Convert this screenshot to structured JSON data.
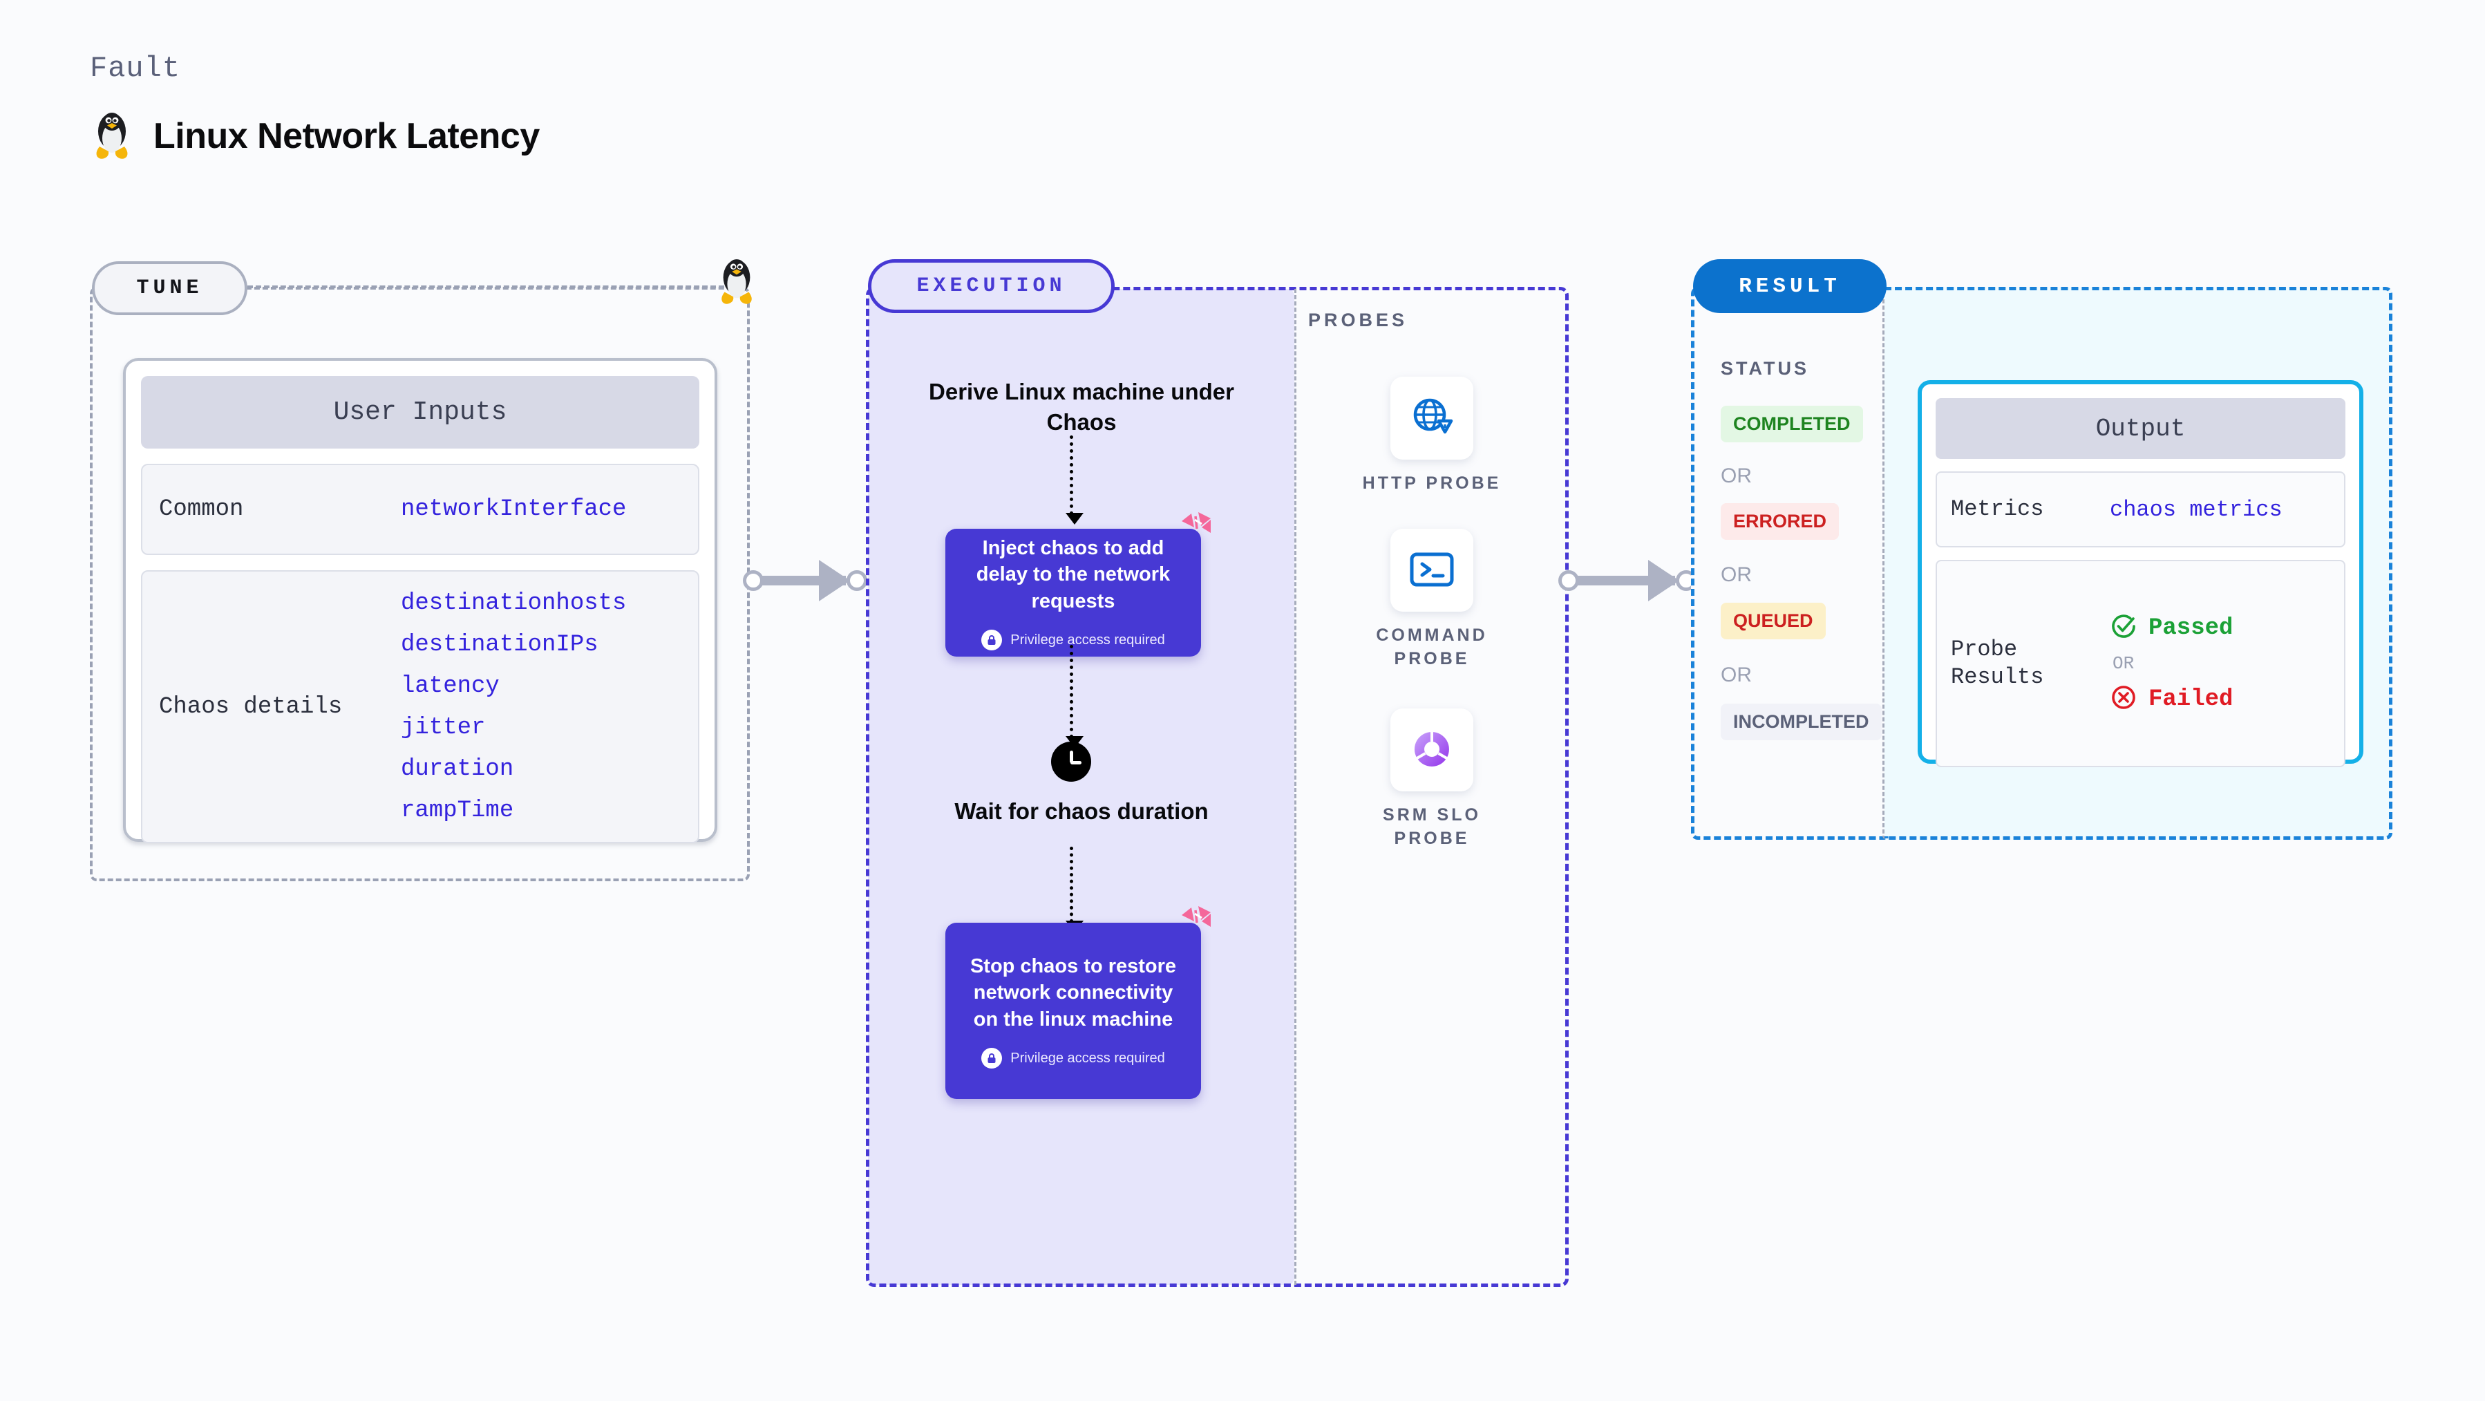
{
  "header": {
    "fault_label": "Fault",
    "title": "Linux Network Latency",
    "icon": "linux-penguin-icon"
  },
  "tune": {
    "pill_label": "TUNE",
    "boundary_icon": "linux-penguin-icon",
    "card": {
      "header": "User Inputs",
      "rows": [
        {
          "key": "Common",
          "values": [
            "networkInterface"
          ]
        },
        {
          "key": "Chaos details",
          "values": [
            "destinationhosts",
            "destinationIPs",
            "latency",
            "jitter",
            "duration",
            "rampTime"
          ]
        }
      ]
    }
  },
  "execution": {
    "pill_label": "EXECUTION",
    "steps": [
      {
        "type": "text",
        "label": "Derive Linux machine under Chaos"
      },
      {
        "type": "chaos-box",
        "label": "Inject chaos to add delay to the network requests",
        "badge": "Privilege access required",
        "badge_icon": "lock-icon",
        "corner_icon": "harness-logo-icon"
      },
      {
        "type": "wait",
        "icon": "clock-icon",
        "label": "Wait for chaos duration"
      },
      {
        "type": "chaos-box",
        "label": "Stop chaos to restore network connectivity on the linux machine",
        "badge": "Privilege access required",
        "badge_icon": "lock-icon",
        "corner_icon": "harness-logo-icon"
      }
    ]
  },
  "probes": {
    "section_label": "PROBES",
    "items": [
      {
        "label": "HTTP PROBE",
        "icon": "globe-warning-icon"
      },
      {
        "label": "COMMAND PROBE",
        "icon": "terminal-icon"
      },
      {
        "label": "SRM SLO PROBE",
        "icon": "srm-slo-donut-check-icon"
      }
    ]
  },
  "result": {
    "pill_label": "RESULT",
    "status_label": "STATUS",
    "or_label": "OR",
    "statuses": [
      {
        "label": "COMPLETED",
        "bg": "#e3f7e4",
        "fg": "#1e8420"
      },
      {
        "label": "ERRORED",
        "bg": "#fdeaea",
        "fg": "#cc2020"
      },
      {
        "label": "QUEUED",
        "bg": "#fcf0c8",
        "fg": "#cc2020"
      },
      {
        "label": "INCOMPLETED",
        "bg": "#f1f2f8",
        "fg": "#5b6178"
      }
    ],
    "output": {
      "header": "Output",
      "metrics_key": "Metrics",
      "metrics_value": "chaos metrics",
      "probe_key": "Probe Results",
      "passed_label": "Passed",
      "passed_icon": "check-circle-icon",
      "failed_label": "Failed",
      "failed_icon": "x-circle-icon",
      "or_label": "OR"
    }
  },
  "colors": {
    "execution_purple": "#4739d4",
    "execution_bg": "#e6e5fb",
    "result_blue": "#0c72cd",
    "output_cyan": "#14b0e8",
    "output_bg": "#eefafe",
    "mono_accent": "#3322dd",
    "connector_gray": "#adb2c4",
    "harness_pink": "#f4679a"
  }
}
